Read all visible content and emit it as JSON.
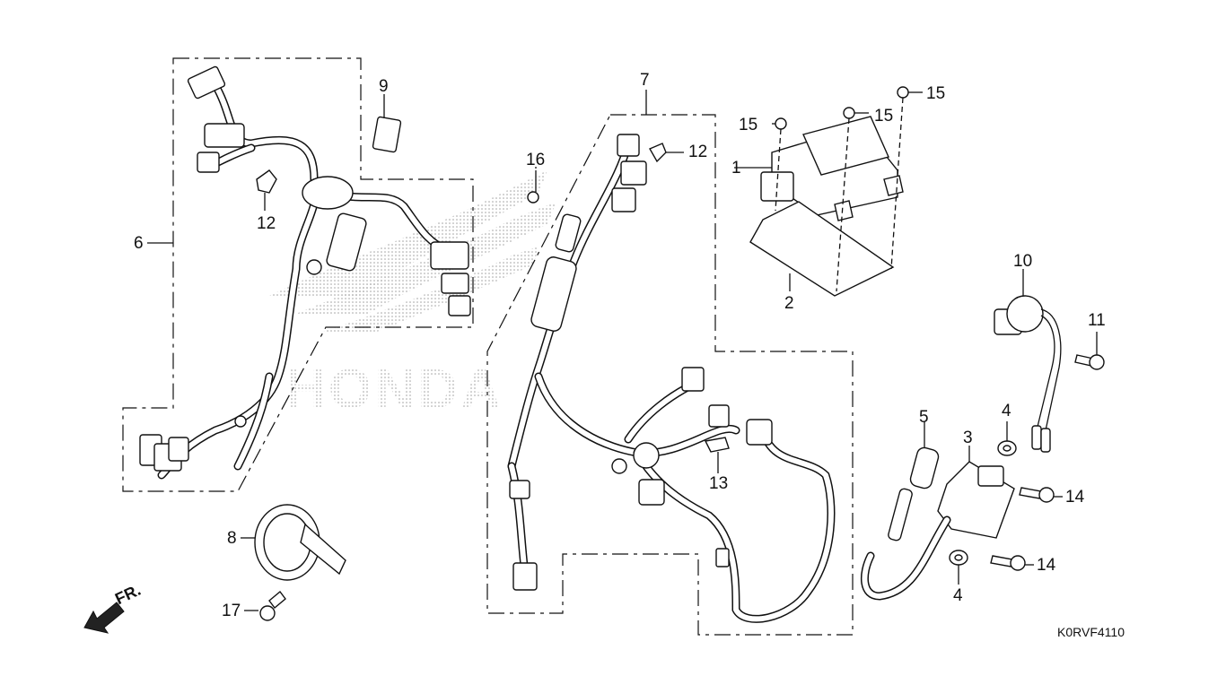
{
  "diagram": {
    "callouts": [
      "1",
      "2",
      "3",
      "4",
      "4",
      "5",
      "6",
      "7",
      "8",
      "9",
      "10",
      "11",
      "12",
      "12",
      "13",
      "14",
      "14",
      "15",
      "15",
      "15",
      "16",
      "17"
    ],
    "drawing_code": "K0RVF4110",
    "direction_label": "FR.",
    "watermark": "HONDA",
    "colors": {
      "line": "#111111",
      "background": "#ffffff",
      "watermark": "#9a9a9a"
    }
  }
}
